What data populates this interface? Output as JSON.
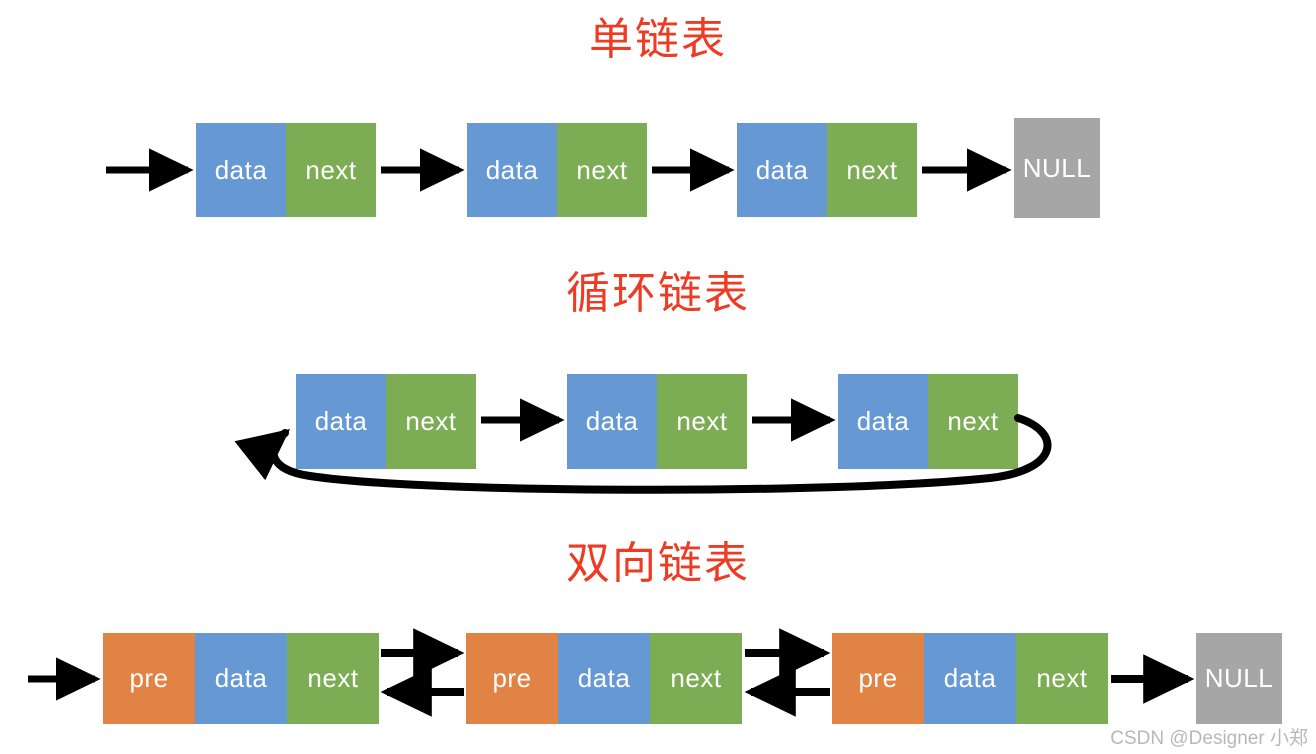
{
  "figure": {
    "background_color": "#ffffff",
    "title_color": "#ee3b24",
    "palette": {
      "data_cell": "#6699d3",
      "next_cell": "#7cac54",
      "pre_cell": "#e08344",
      "null_cell": "#a6a6a6",
      "arrow": "#000000",
      "cell_text": "#ffffff",
      "watermark": "#b8b8b8"
    }
  },
  "sections": [
    {
      "id": "singly-linked-list",
      "title": "单链表",
      "nodes": [
        {
          "cells": [
            {
              "label": "data",
              "color": "blue"
            },
            {
              "label": "next",
              "color": "green"
            }
          ]
        },
        {
          "cells": [
            {
              "label": "data",
              "color": "blue"
            },
            {
              "label": "next",
              "color": "green"
            }
          ]
        },
        {
          "cells": [
            {
              "label": "data",
              "color": "blue"
            },
            {
              "label": "next",
              "color": "green"
            }
          ]
        }
      ],
      "terminator": "NULL"
    },
    {
      "id": "circular-linked-list",
      "title": "循环链表",
      "nodes": [
        {
          "cells": [
            {
              "label": "data",
              "color": "blue"
            },
            {
              "label": "next",
              "color": "green"
            }
          ]
        },
        {
          "cells": [
            {
              "label": "data",
              "color": "blue"
            },
            {
              "label": "next",
              "color": "green"
            }
          ]
        },
        {
          "cells": [
            {
              "label": "data",
              "color": "blue"
            },
            {
              "label": "next",
              "color": "green"
            }
          ]
        }
      ],
      "terminator": null
    },
    {
      "id": "doubly-linked-list",
      "title": "双向链表",
      "nodes": [
        {
          "cells": [
            {
              "label": "pre",
              "color": "orange"
            },
            {
              "label": "data",
              "color": "blue"
            },
            {
              "label": "next",
              "color": "green"
            }
          ]
        },
        {
          "cells": [
            {
              "label": "pre",
              "color": "orange"
            },
            {
              "label": "data",
              "color": "blue"
            },
            {
              "label": "next",
              "color": "green"
            }
          ]
        },
        {
          "cells": [
            {
              "label": "pre",
              "color": "orange"
            },
            {
              "label": "data",
              "color": "blue"
            },
            {
              "label": "next",
              "color": "green"
            }
          ]
        }
      ],
      "terminator": "NULL"
    }
  ],
  "watermark": "CSDN @Designer 小郑"
}
